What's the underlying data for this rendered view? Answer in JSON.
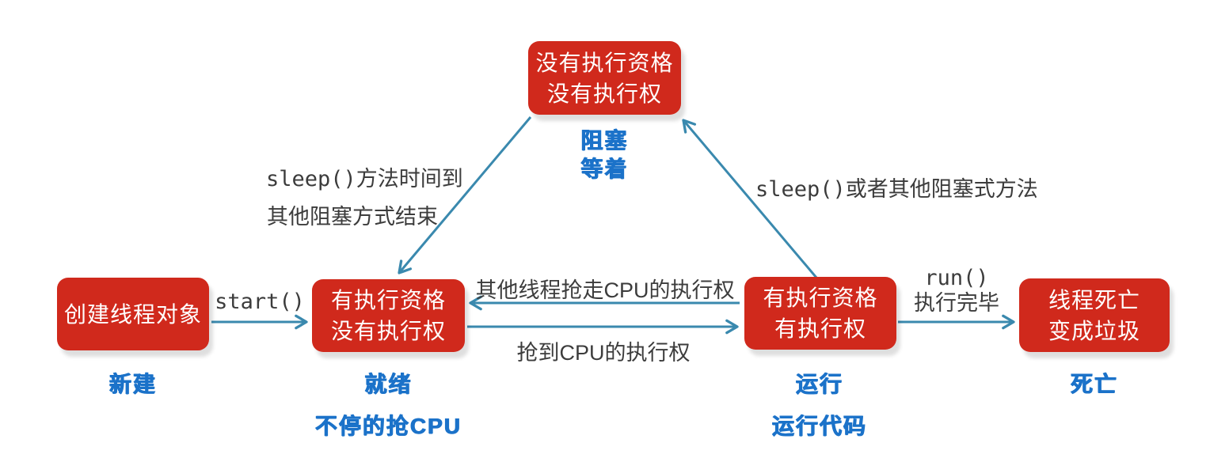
{
  "colors": {
    "state_box_fill": "#d0291c",
    "state_box_text": "#ffffff",
    "state_label_blue": "#1b72c9",
    "arrow_teal": "#3a89ae",
    "transition_text": "#3c3c3c",
    "background": "#ffffff"
  },
  "states": {
    "new": {
      "line1": "创建线程对象",
      "label": "新建"
    },
    "ready": {
      "line1": "有执行资格",
      "line2": "没有执行权",
      "label": "就绪",
      "sublabel": "不停的抢CPU"
    },
    "running": {
      "line1": "有执行资格",
      "line2": "有执行权",
      "label": "运行",
      "sublabel": "运行代码"
    },
    "dead": {
      "line1": "线程死亡",
      "line2": "变成垃圾",
      "label": "死亡"
    },
    "blocked": {
      "line1": "没有执行资格",
      "line2": "没有执行权",
      "label": "阻塞",
      "sublabel": "等着"
    }
  },
  "transitions": {
    "start": {
      "label": "start()"
    },
    "blocked_to_ready": {
      "line1": "sleep()方法时间到",
      "line2": "其他阻塞方式结束"
    },
    "running_to_blocked": {
      "label": "sleep()或者其他阻塞式方法"
    },
    "running_to_ready": {
      "label": "其他线程抢走CPU的执行权"
    },
    "ready_to_running": {
      "label": "抢到CPU的执行权"
    },
    "running_to_dead": {
      "line1": "run()",
      "line2": "执行完毕"
    }
  }
}
